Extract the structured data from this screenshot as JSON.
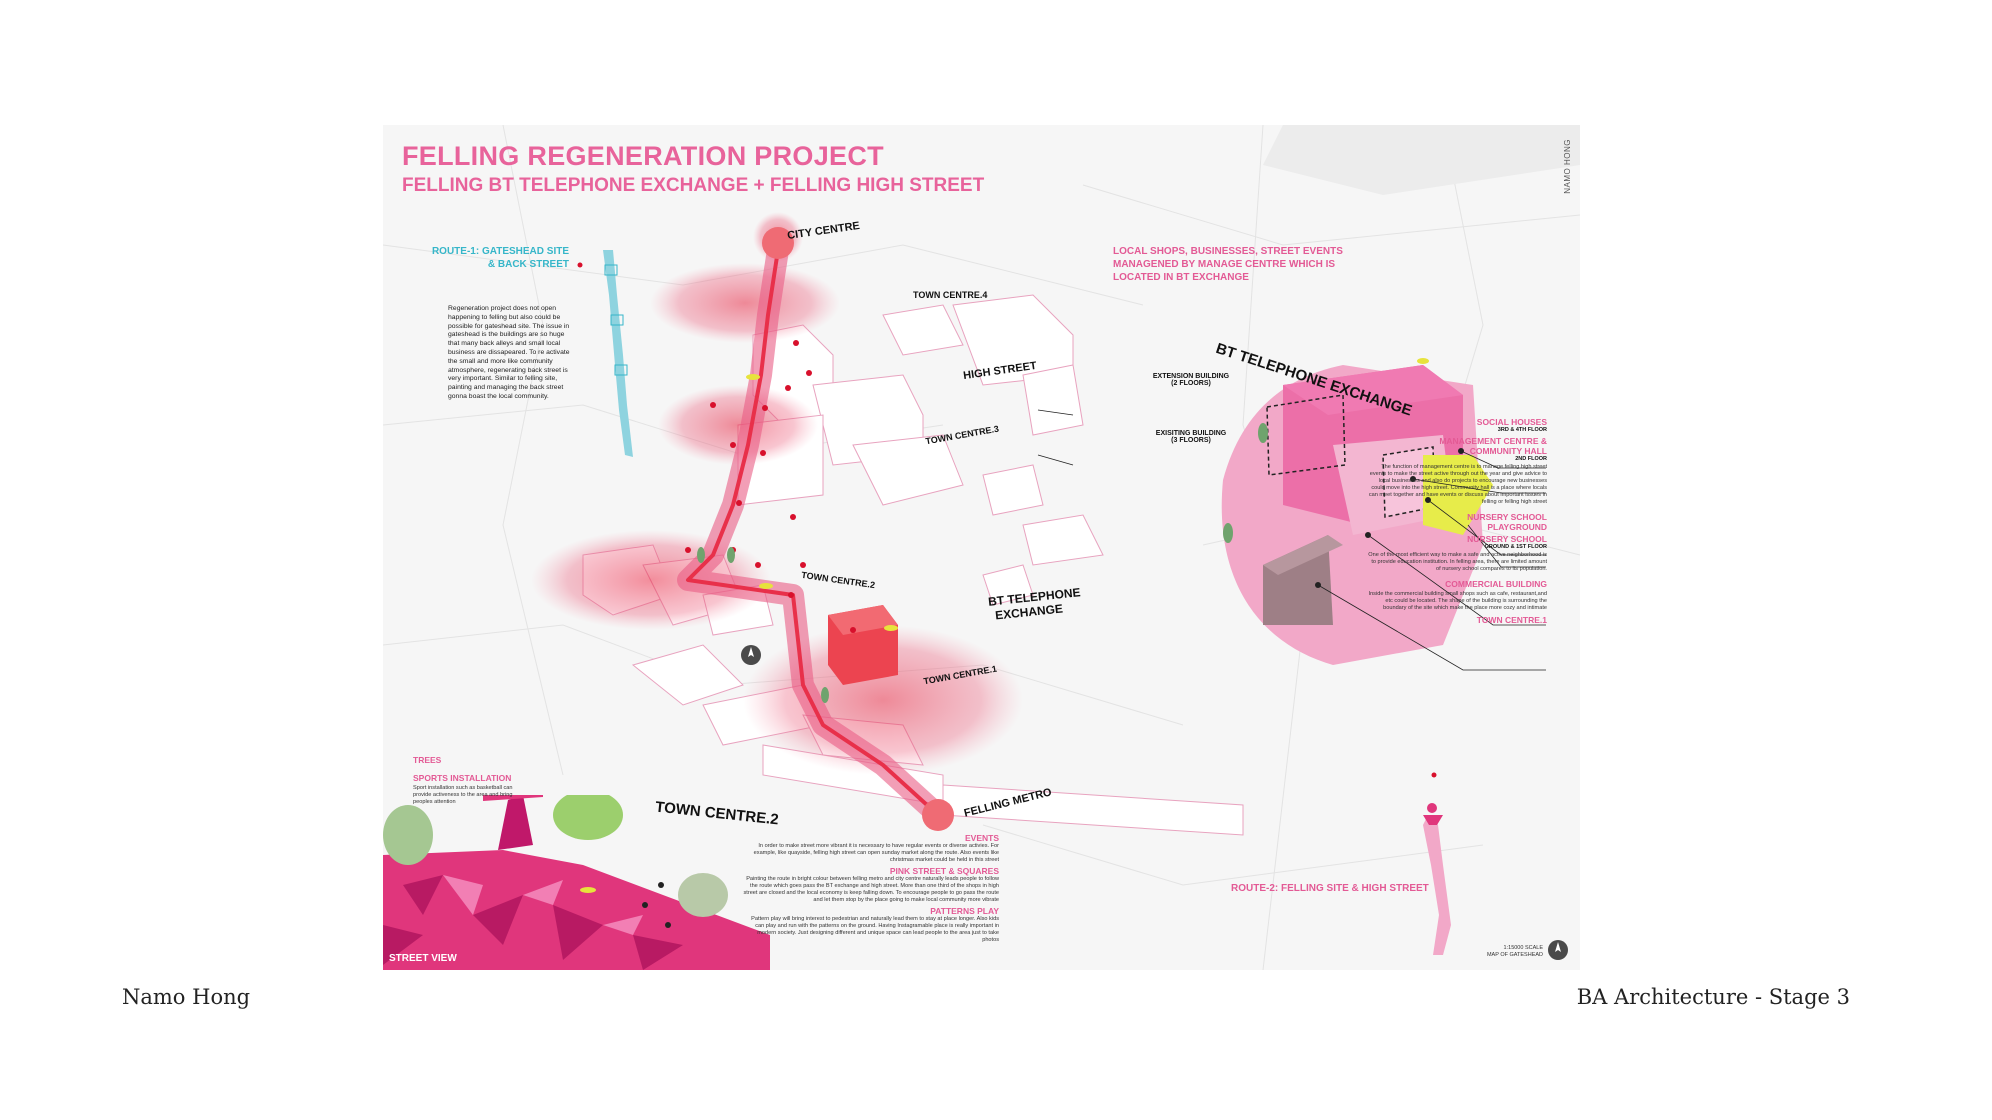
{
  "title": "FELLING REGENERATION PROJECT",
  "subtitle": "FELLING BT TELEPHONE EXCHANGE + FELLING HIGH STREET",
  "author_vertical": "NAMO HONG",
  "route1": {
    "heading": "ROUTE-1: GATESHEAD SITE & BACK STREET",
    "text": "Regeneration project does not open happening to felling but also could be possible for gateshead site. The issue in gateshead is the buildings are so huge that many back alleys and small local business are dissapeared. To re activate the small and more like community atmosphere, regenerating back street is very important. Similar to felling site, painting and managing the back street gonna boast the local community."
  },
  "local_shops_heading": "LOCAL SHOPS, BUSINESSES, STREET EVENTS MANAGENED BY MANAGE CENTRE WHICH IS LOCATED IN BT EXCHANGE",
  "map_labels": {
    "city_centre": "CITY CENTRE",
    "town_centre_4": "TOWN CENTRE.4",
    "high_street": "HIGH STREET",
    "town_centre_3": "TOWN CENTRE.3",
    "town_centre_2": "TOWN CENTRE.2",
    "bt_exchange_line1": "BT TELEPHONE",
    "bt_exchange_line2": "EXCHANGE",
    "town_centre_1": "TOWN CENTRE.1",
    "felling_metro": "FELLING METRO"
  },
  "bt_detail": {
    "title": "BT TELEPHONE EXCHANGE",
    "extension_line1": "EXTENSION BUILDING",
    "extension_line2": "(2 FLOORS)",
    "existing_line1": "EXISITING BUILDING",
    "existing_line2": "(3 FLOORS)",
    "social_houses": "SOCIAL HOUSES",
    "social_floors": "3RD & 4TH FLOOR",
    "management_line1": "MANAGEMENT CENTRE &",
    "management_line2": "COMMUNITY HALL",
    "management_floor": "2ND FLOOR",
    "management_text": "The function of management centre is to manage felling high street events to make the street active through out the year and give advice to local businesses and also do projects to encourage new businesses could move into the high street. Community hall is a place where locals can meet together and have events or discuss about important issues in felling or felling high street",
    "nursery_playground_line1": "NURSERY SCHOOL",
    "nursery_playground_line2": "PLAYGROUND",
    "nursery_school": "NURSERY SCHOOL",
    "nursery_floor": "GROUND & 1ST FLOOR",
    "nursery_text": "One of the most efficient way to make a safe and active neighborhood is to provide education institution. In felling area, there are limited amount of nursery school compares to its population.",
    "commercial": "COMMERCIAL BUILDING",
    "commercial_text": "Inside the commercial building small shops such as cafe, restaurant,and etc could be located. The shape of the building is surrounding the boundary of the site which make the place more cozy and intimate",
    "town_centre_1": "TOWN CENTRE.1"
  },
  "street_view": {
    "label": "STREET VIEW",
    "trees": "TREES",
    "sports": "SPORTS INSTALLATION",
    "sports_text": "Sport installation such as basketball can provide activeness to the area and bring peoples attention",
    "town_centre_2": "TOWN CENTRE.2",
    "events": "EVENTS",
    "events_text": "In order to make street more vibrant it is necessary to have regular events or diverse activies. For example, like quayside, felling high street can open sunday market along the route. Also events like christmas market could be held in this street",
    "pink_street": "PINK STREET & SQUARES",
    "pink_text": "Painting the route in bright colour between felling metro and city centre naturally leads people to follow the route which goes pass the BT exchange and high street. More than one third of the shops in high street are closed and the local economy is keep falling down. To encourage people to go pass the route and let them stop by the place going to make local community more vibrate",
    "patterns": "PATTERNS PLAY",
    "patterns_text": "Pattern play will bring interest to pedestrian and naturally lead them to stay at place longer. Also kids can play and run with the patterns on the ground. Having Instagramable place is really important in modern society. Just designing different and unique space can lead people to the area just to take photos"
  },
  "route2": "ROUTE-2: FELLING SITE & HIGH STREET",
  "scale_line1": "1:15000 SCALE",
  "scale_line2": "MAP OF GATESHEAD",
  "footer_left": "Namo Hong",
  "footer_right": "BA Architecture - Stage 3",
  "colors": {
    "pink": "#e8639b",
    "magenta": "#e0367c",
    "red_route": "#e8304a",
    "cyan": "#36b6c9",
    "yellow": "#e7ec4a"
  }
}
